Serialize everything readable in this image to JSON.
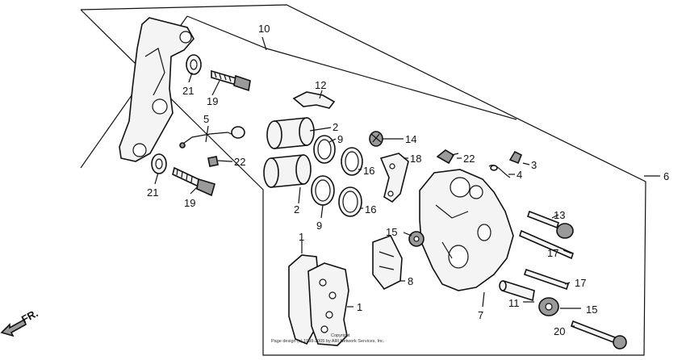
{
  "callouts": {
    "c1a": "1",
    "c1b": "1",
    "c2a": "2",
    "c2b": "2",
    "c3": "3",
    "c4": "4",
    "c5": "5",
    "c6": "6",
    "c7": "7",
    "c8": "8",
    "c9a": "9",
    "c9b": "9",
    "c10": "10",
    "c11": "11",
    "c12": "12",
    "c13": "13",
    "c14": "14",
    "c15a": "15",
    "c15b": "15",
    "c16a": "16",
    "c16b": "16",
    "c17a": "17",
    "c17b": "17",
    "c18": "18",
    "c19a": "19",
    "c19b": "19",
    "c20": "20",
    "c21a": "21",
    "c21b": "21",
    "c22a": "22",
    "c22b": "22"
  },
  "front_arrow": "FR.",
  "copyright": {
    "line1": "Copyright",
    "line2": "Page design (c) 1998-2005 by ARI Network Services, Inc."
  }
}
